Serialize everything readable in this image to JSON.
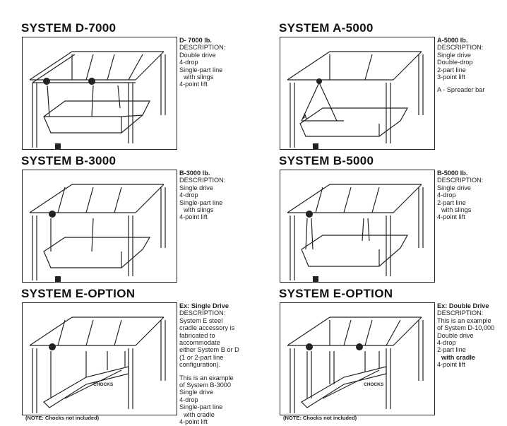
{
  "panels": [
    {
      "title": "SYSTEM D-7000",
      "desc_head": "D- 7000 lb.",
      "lines": [
        "DESCRIPTION:",
        "Double drive",
        "4-drop",
        "Single-part line",
        "  with slings",
        "4-point lift"
      ]
    },
    {
      "title": "SYSTEM A-5000",
      "desc_head": "A-5000 lb.",
      "lines": [
        "DESCRIPTION:",
        "Single drive",
        "Double-drop",
        "2-part line",
        "3-point lift"
      ],
      "extra": "A - Spreader bar",
      "label_a": "A"
    },
    {
      "title": "SYSTEM B-3000",
      "desc_head": "B-3000 lb.",
      "lines": [
        "DESCRIPTION:",
        "Single drive",
        "4-drop",
        "Single-part line",
        "  with slings",
        "4-point lift"
      ]
    },
    {
      "title": "SYSTEM B-5000",
      "desc_head": "B-5000 lb.",
      "lines": [
        "DESCRIPTION:",
        "Single drive",
        "4-drop",
        "2-part line",
        "  with slings",
        "4-point lift"
      ]
    },
    {
      "title": "SYSTEM E-OPTION",
      "desc_head": "Ex: Single Drive",
      "lines": [
        "DESCRIPTION:",
        "System E steel",
        "cradle accessory is",
        "fabricated to",
        "accommodate",
        "either System B or D",
        "(1 or 2-part line",
        "configuration)."
      ],
      "lines2": [
        "This is an example",
        "of System B-3000",
        "Single drive",
        "4-drop",
        "Single-part line",
        "  with cradle",
        "4-point lift"
      ],
      "chocks": "CHOCKS",
      "note": "(NOTE: Chocks not included)"
    },
    {
      "title": "SYSTEM E-OPTION",
      "desc_head": "Ex: Double Drive",
      "lines": [
        "DESCRIPTION:",
        "This is an example",
        "of System D-10,000",
        "Double drive",
        "4-drop",
        "2-part line",
        "  with cradle",
        "4-point lift"
      ],
      "chocks": "CHOCKS",
      "note": "(NOTE: Chocks not included)"
    }
  ]
}
